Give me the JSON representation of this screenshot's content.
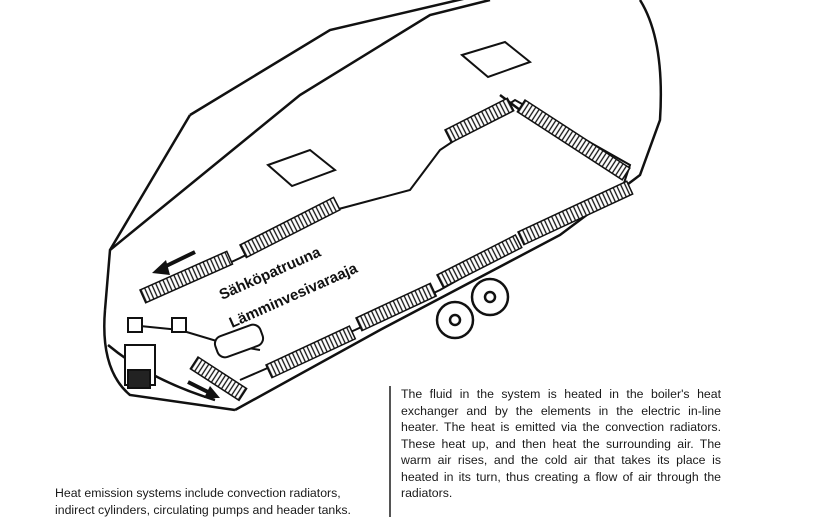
{
  "diagram": {
    "label_electric_heater": "Sähköpatruuna",
    "label_water_heater": "Lämminvesivaraaja"
  },
  "body_text": "The fluid in the system is heated in the boiler's heat exchanger and by the elements in the electric in-line heater. The heat is emitted via the convection radiators. These heat up, and then heat the surrounding air. The warm air rises, and the cold air that takes its place is heated in its turn, thus creating a flow of air through the radiators.",
  "caption": "Heat emission systems include convection radiators, indirect cylinders, circulating pumps and header tanks."
}
